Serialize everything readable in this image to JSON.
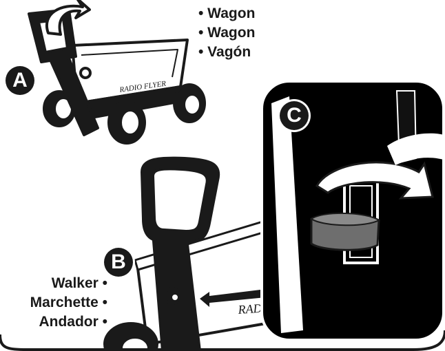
{
  "brand": {
    "wagon_logo": "RADIO FLYER",
    "wagon_logo_partial": "RADI"
  },
  "steps": {
    "a": "A",
    "b": "B",
    "c": "C"
  },
  "top_list": [
    "• Wagon",
    "• Wagon",
    "• Vagón"
  ],
  "bottom_list": [
    "Walker •",
    "Marchette •",
    "Andador •"
  ],
  "colors": {
    "ink": "#1a1a1a",
    "panel": "#000000",
    "paper": "#ffffff",
    "tab": "#6e6e6e"
  }
}
